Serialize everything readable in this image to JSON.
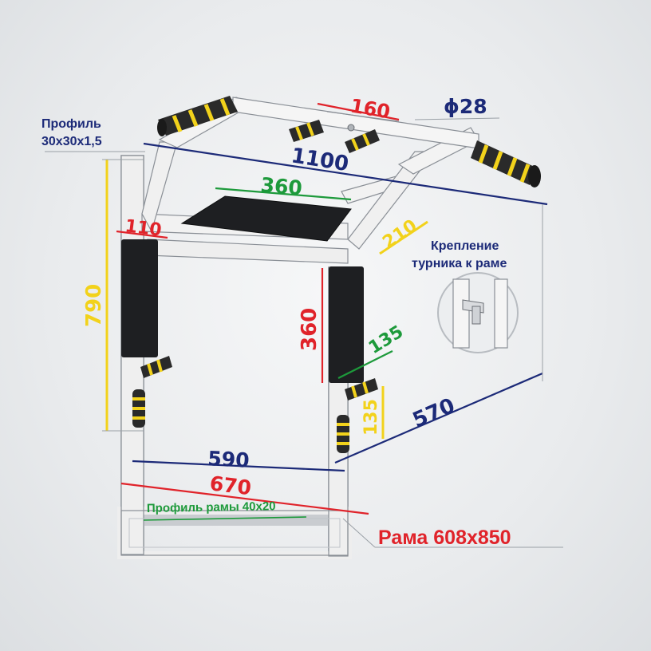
{
  "labels": {
    "profile_top_line1": "Профиль",
    "profile_top_line2": "30x30x1,5",
    "mount_line1": "Крепление",
    "mount_line2": "турника к раме",
    "frame_profile": "Профиль рамы 40x20",
    "frame_size": "Рама 608x850"
  },
  "dimensions": {
    "bar_width": "1100",
    "grip_spacing": "160",
    "pipe_diameter": "ϕ28",
    "pad_width": "360",
    "pad_depth": "210",
    "cushion_width": "110",
    "height": "790",
    "cushion_height": "360",
    "handle_length": "135",
    "handle_height": "135",
    "depth": "570",
    "inner_width": "590",
    "outer_width": "670"
  },
  "colors": {
    "navy": "#1c2a78",
    "red": "#e0232a",
    "green": "#1d9a3b",
    "yellow": "#f2d21b",
    "frame": "#eeeeee",
    "frame_edge": "#8a8f96",
    "foam": "#2a2a2a",
    "foam_stripe": "#f2d21b",
    "pad": "#1e1f22"
  }
}
